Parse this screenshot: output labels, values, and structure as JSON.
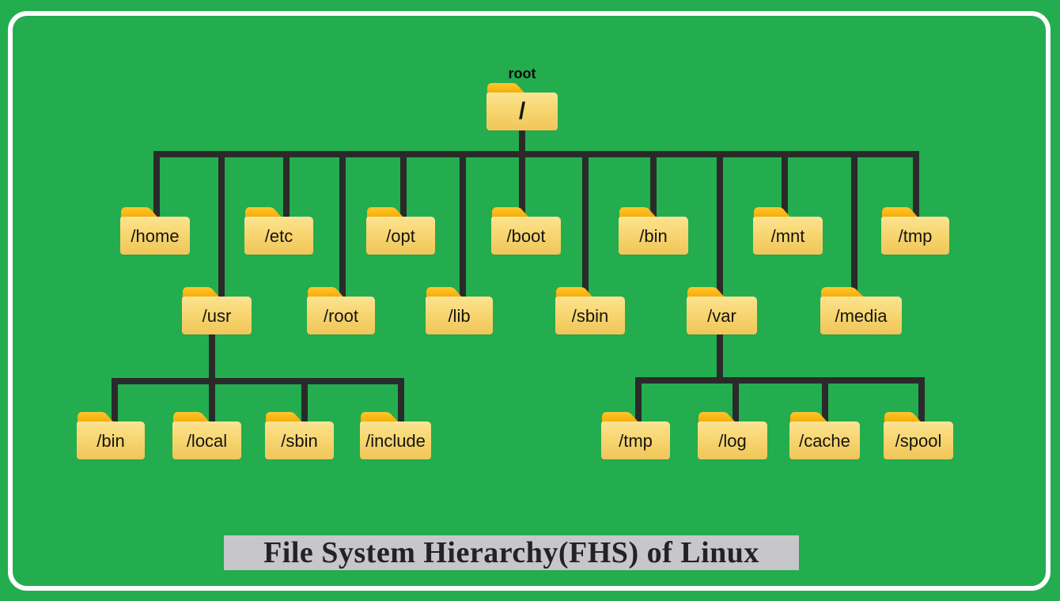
{
  "canvas": {
    "background": "#23ad4f",
    "line_color": "#2a2a2a",
    "frame_color": "#ffffff"
  },
  "title": {
    "text": "File System Hierarchy(FHS) of Linux",
    "background": "#c7c7c9",
    "text_color": "#242127"
  },
  "folder_colors": {
    "tab": "#f6ac06",
    "body": "#f8d671"
  },
  "tree": {
    "root": {
      "caption": "root",
      "label": "/"
    },
    "level1": [
      {
        "label": "/home"
      },
      {
        "label": "/etc"
      },
      {
        "label": "/opt"
      },
      {
        "label": "/boot"
      },
      {
        "label": "/bin"
      },
      {
        "label": "/mnt"
      },
      {
        "label": "/tmp"
      },
      {
        "label": "/usr"
      },
      {
        "label": "/root"
      },
      {
        "label": "/lib"
      },
      {
        "label": "/sbin"
      },
      {
        "label": "/var"
      },
      {
        "label": "/media"
      }
    ],
    "usr_children": [
      {
        "label": "/bin"
      },
      {
        "label": "/local"
      },
      {
        "label": "/sbin"
      },
      {
        "label": "/include"
      }
    ],
    "var_children": [
      {
        "label": "/tmp"
      },
      {
        "label": "/log"
      },
      {
        "label": "/cache"
      },
      {
        "label": "/spool"
      }
    ]
  }
}
